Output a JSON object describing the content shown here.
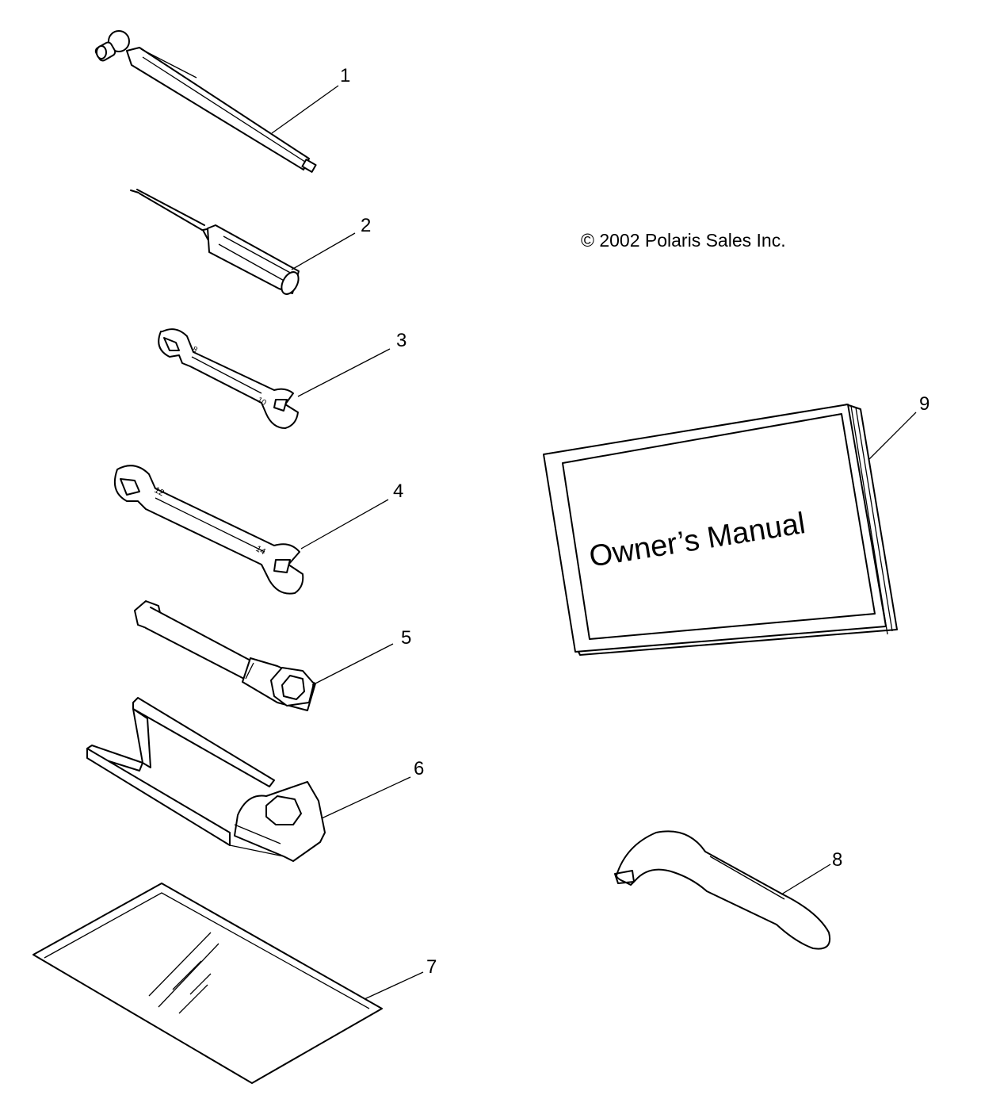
{
  "diagram": {
    "copyright": "© 2002 Polaris Sales Inc.",
    "manual_cover_text": "Owner’s Manual",
    "callouts": {
      "c1": "1",
      "c2": "2",
      "c3": "3",
      "c4": "4",
      "c5": "5",
      "c6": "6",
      "c7": "7",
      "c8": "8",
      "c9": "9"
    },
    "wrench_size_marks": {
      "w3_small": "8",
      "w3_large": "10",
      "w4_small": "12",
      "w4_large": "14"
    }
  }
}
